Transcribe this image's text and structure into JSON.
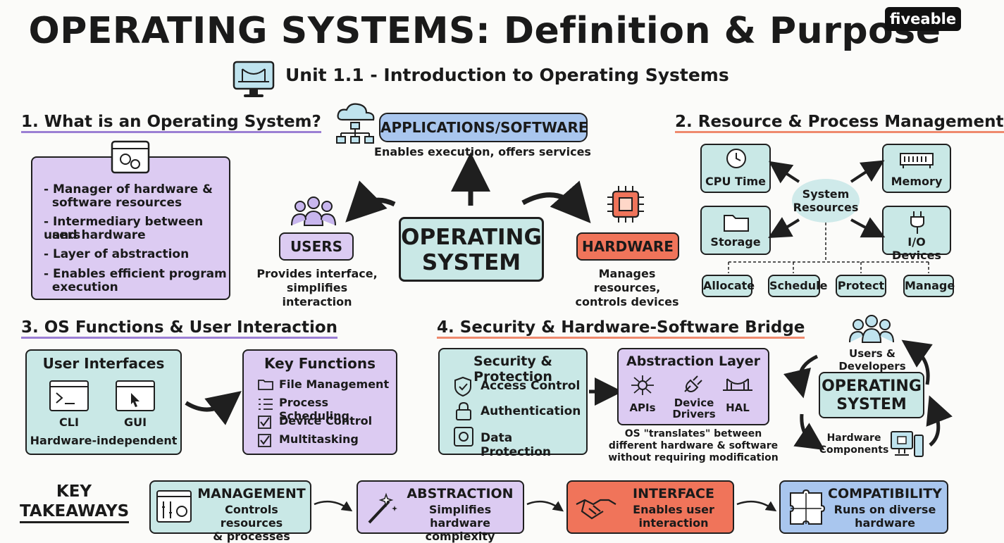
{
  "header": {
    "title": "OPERATING SYSTEMS: Definition & Purpose",
    "subtitle": "Unit 1.1 - Introduction to Operating Systems",
    "brand": "fiveable"
  },
  "section1": {
    "heading": "1. What is an Operating System?",
    "bullets": [
      "- Manager of hardware &",
      "  software resources",
      "- Intermediary between users",
      "  and hardware",
      "- Layer of abstraction",
      "- Enables efficient program",
      "  execution"
    ]
  },
  "center": {
    "os_label_1": "OPERATING",
    "os_label_2": "SYSTEM",
    "apps_label": "APPLICATIONS/SOFTWARE",
    "apps_caption": "Enables execution, offers services",
    "users_label": "USERS",
    "users_caption_1": "Provides interface,",
    "users_caption_2": "simplifies interaction",
    "hardware_label": "HARDWARE",
    "hardware_caption_1": "Manages resources,",
    "hardware_caption_2": "controls devices"
  },
  "section2": {
    "heading": "2. Resource & Process Management",
    "cpu": "CPU Time",
    "memory": "Memory",
    "storage": "Storage",
    "io": "I/O Devices",
    "center_1": "System",
    "center_2": "Resources",
    "actions": [
      "Allocate",
      "Schedule",
      "Protect",
      "Manage"
    ]
  },
  "section3": {
    "heading": "3. OS Functions & User Interaction",
    "ui_title": "User Interfaces",
    "cli": "CLI",
    "gui": "GUI",
    "ui_caption": "Hardware-independent",
    "kf_title": "Key Functions",
    "kf_items": [
      "File Management",
      "Process Scheduling",
      "Device Control",
      "Multitasking"
    ]
  },
  "section4": {
    "heading": "4. Security & Hardware-Software Bridge",
    "sec_title": "Security & Protection",
    "sec_items": [
      "Access Control",
      "Authentication",
      "Data Protection"
    ],
    "abs_title": "Abstraction Layer",
    "abs_items": [
      "APIs",
      "Device",
      "Drivers",
      "HAL"
    ],
    "caption_1": "OS \"translates\" between",
    "caption_2": "different hardware & software",
    "caption_3": "without requiring modification"
  },
  "cycle": {
    "top": "Users & Developers",
    "os_1": "OPERATING",
    "os_2": "SYSTEM",
    "bottom_1": "Hardware",
    "bottom_2": "Components"
  },
  "takeaways": {
    "label_1": "KEY",
    "label_2": "TAKEAWAYS",
    "items": [
      {
        "title": "MANAGEMENT",
        "line1": "Controls resources",
        "line2": "& processes"
      },
      {
        "title": "ABSTRACTION",
        "line1": "Simplifies hardware",
        "line2": "complexity"
      },
      {
        "title": "INTERFACE",
        "line1": "Enables user",
        "line2": "interaction"
      },
      {
        "title": "COMPATIBILITY",
        "line1": "Runs on diverse",
        "line2": "hardware"
      }
    ]
  }
}
